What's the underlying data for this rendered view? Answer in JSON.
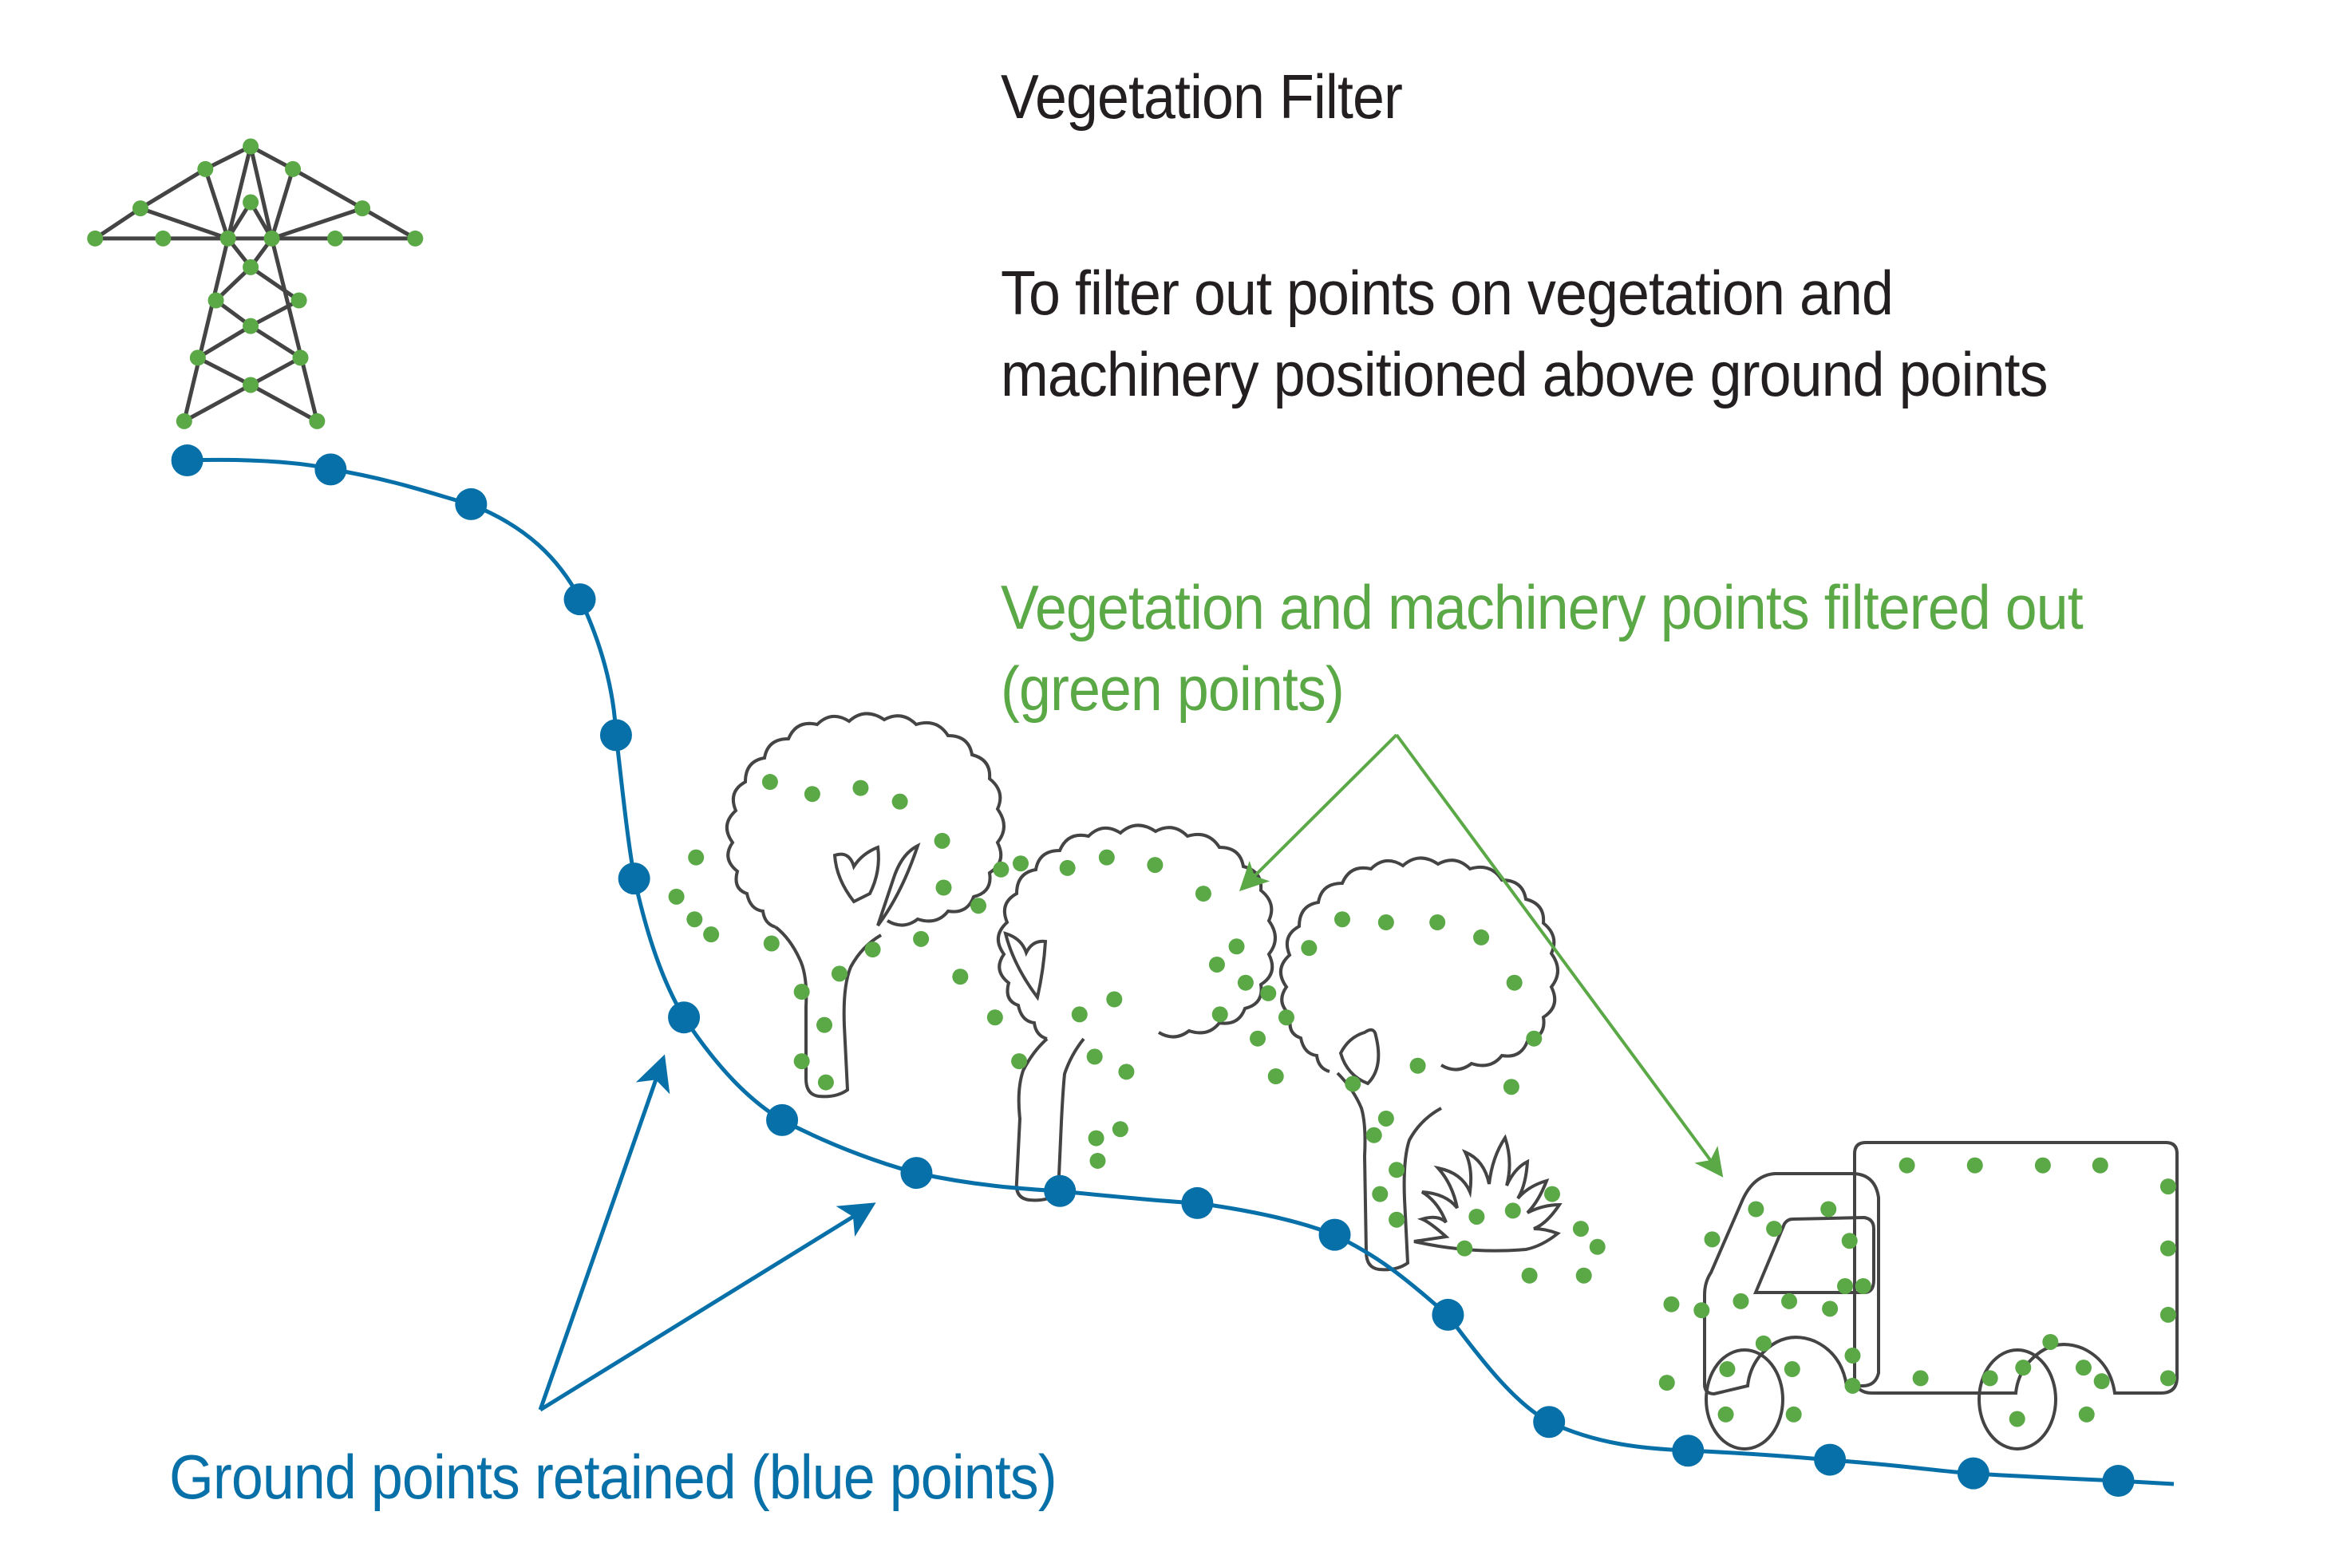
{
  "title": "Vegetation Filter",
  "description": {
    "line1": "To filter out points on vegetation and",
    "line2": "machinery positioned above ground points"
  },
  "labels": {
    "filtered": {
      "line1": "Vegetation and machinery points filtered out",
      "line2": "(green points)"
    },
    "retained": "Ground points retained (blue points)"
  },
  "colors": {
    "ground": "#0870a8",
    "filtered": "#5aa846",
    "outline": "#444444",
    "text": "#231f20"
  },
  "objects": [
    "transmission-tower",
    "tree",
    "tree",
    "tree",
    "bush",
    "truck"
  ],
  "legend": [
    {
      "label": "Ground points retained (blue points)",
      "color": "#0870a8"
    },
    {
      "label": "Vegetation and machinery points filtered out (green points)",
      "color": "#5aa846"
    }
  ]
}
